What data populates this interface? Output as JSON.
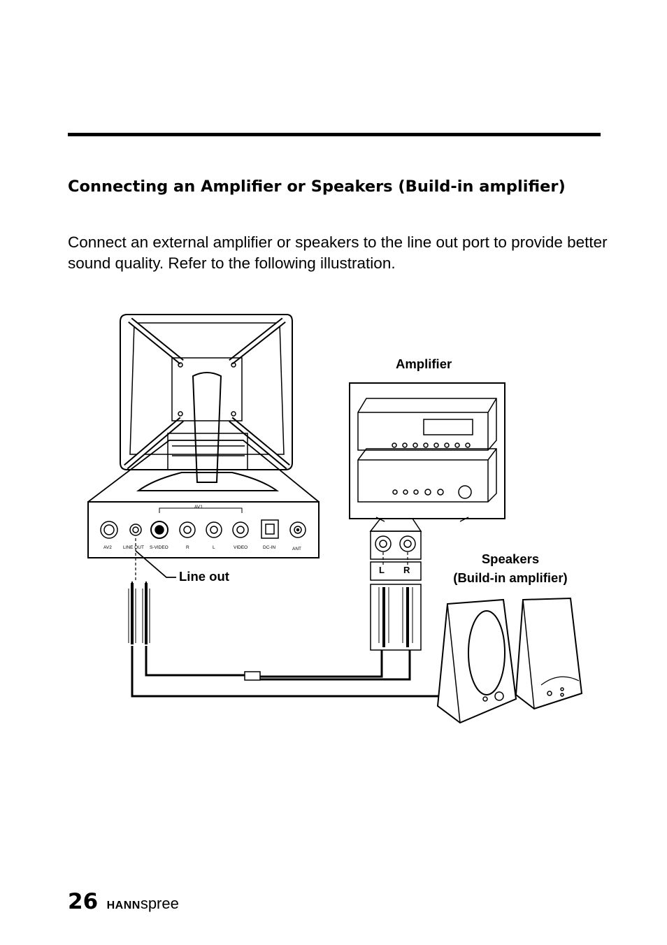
{
  "page": {
    "heading": "Connecting an Amplifier or Speakers (Build-in amplifier)",
    "body": "Connect an external amplifier or speakers to the line out port to provide better sound quality. Refer to the following illustration."
  },
  "figure": {
    "label_amplifier": "Amplifier",
    "label_line_out": "Line out",
    "label_speakers_1": "Speakers",
    "label_speakers_2": "(Build-in amplifier)",
    "ports": {
      "av1": "AV1",
      "av2": "AV2",
      "line_out": "LINE OUT",
      "s_video": "S-VIDEO",
      "r": "R",
      "l": "L",
      "video": "VIDEO",
      "dc_in": "DC-IN",
      "ant": "ANT"
    },
    "amp_l": "L",
    "amp_r": "R"
  },
  "footer": {
    "page_number": "26",
    "brand_bold": "HANN",
    "brand_light": "spree"
  }
}
